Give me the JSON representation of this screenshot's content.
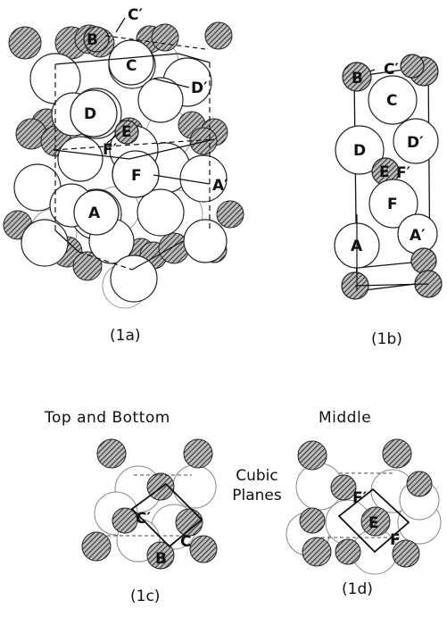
{
  "panels": {
    "p1a": {
      "caption": "(1a)",
      "labels": [
        "C′",
        "B",
        "C",
        "D′",
        "D",
        "E",
        "F′",
        "F",
        "A′",
        "A"
      ]
    },
    "p1b": {
      "caption": "(1b)",
      "labels": [
        "B",
        "C′",
        "C",
        "D",
        "D′",
        "E",
        "F′",
        "F",
        "A′",
        "A"
      ]
    },
    "p1c": {
      "caption": "(1c)",
      "heading": "Top and Bottom",
      "labels": [
        "C′",
        "C",
        "B"
      ]
    },
    "p1d": {
      "caption": "(1d)",
      "heading": "Middle",
      "labels": [
        "F′",
        "E",
        "F"
      ]
    }
  },
  "note": {
    "line1": "Cubic",
    "line2": "Planes"
  },
  "colors": {
    "line": "#111111",
    "hatch": "#555555",
    "open_fill": "#ffffff"
  }
}
